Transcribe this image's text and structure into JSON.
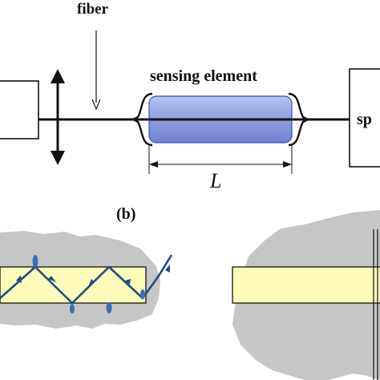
{
  "diagram": {
    "labels": {
      "fiber": "fiber",
      "sensing_element": "sensing element",
      "length": "L",
      "panel_b": "(b)",
      "right_box": "sp"
    },
    "colors": {
      "sensing_fill": "#8f9fe0",
      "sensing_stroke": "#3b4fb0",
      "crystal_fill": "#fdfcb8",
      "blob_fill": "#c6c6c6",
      "ray": "#1f4c80",
      "arrow": "#0a0a0a"
    },
    "icons": {
      "lens": "double-arrow-lens-icon",
      "pointer": "arrow-down-icon"
    }
  }
}
